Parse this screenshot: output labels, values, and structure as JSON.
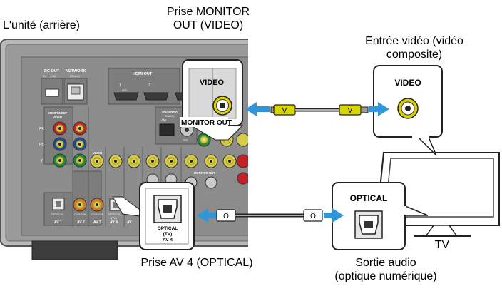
{
  "labels": {
    "unit_rear": "L'unité (arrière)",
    "monitor_out_line1": "Prise MONITOR",
    "monitor_out_line2": "OUT (VIDEO)",
    "video_input_line1": "Entrée vidéo (vidéo",
    "video_input_line2": "composite)",
    "av4_jack": "Prise AV 4 (OPTICAL)",
    "audio_out_line1": "Sortie audio",
    "audio_out_line2": "(optique numérique)",
    "tv": "TV"
  },
  "callouts": {
    "video_jack": "VIDEO",
    "monitor_out": "MONITOR OUT",
    "tv_video": "VIDEO",
    "optical_tv": "OPTICAL",
    "optical_unit_1": "OPTICAL",
    "optical_unit_2": "(TV)",
    "optical_unit_3": "AV 4"
  },
  "cables": {
    "video_plug": "V",
    "optical_plug": "O"
  },
  "panel": {
    "dc_out": "DC OUT",
    "dc_out_sub": "5V ⎓ 0.5A",
    "network": "NETWORK",
    "network_sub": "(Rear1)",
    "hdmi_out": "HDMI OUT",
    "hdmi_1": "1",
    "hdmi_arc": "ARC",
    "hdmi_2": "2",
    "component_video": "COMPONENT",
    "component_video_2": "VIDEO",
    "pr": "PR",
    "pb": "PB",
    "y": "Y",
    "video": "VIDEO",
    "antenna": "ANTENNA",
    "antenna_sub": "(RADIO)",
    "am": "AM",
    "ohm": "75Ω",
    "monitor_out": "MONITOR OUT",
    "optical": "OPTICAL",
    "coaxial": "COAXIAL",
    "av1": "AV 1",
    "av2": "AV 2",
    "av3": "AV 3",
    "av4": "AV 4",
    "av": "AV",
    "optical_tv": "OPTICAL",
    "optical_tv_sub": "(TV)"
  },
  "colors": {
    "arrow_blue": "#2f97d9",
    "plug_yellow": "#d8d600",
    "rca_red": "#c42127",
    "rca_blue": "#1f4c9c",
    "rca_green": "#1d8a3c",
    "panel_gray": "#8f8f8f",
    "panel_dark": "#3c3c3c"
  }
}
